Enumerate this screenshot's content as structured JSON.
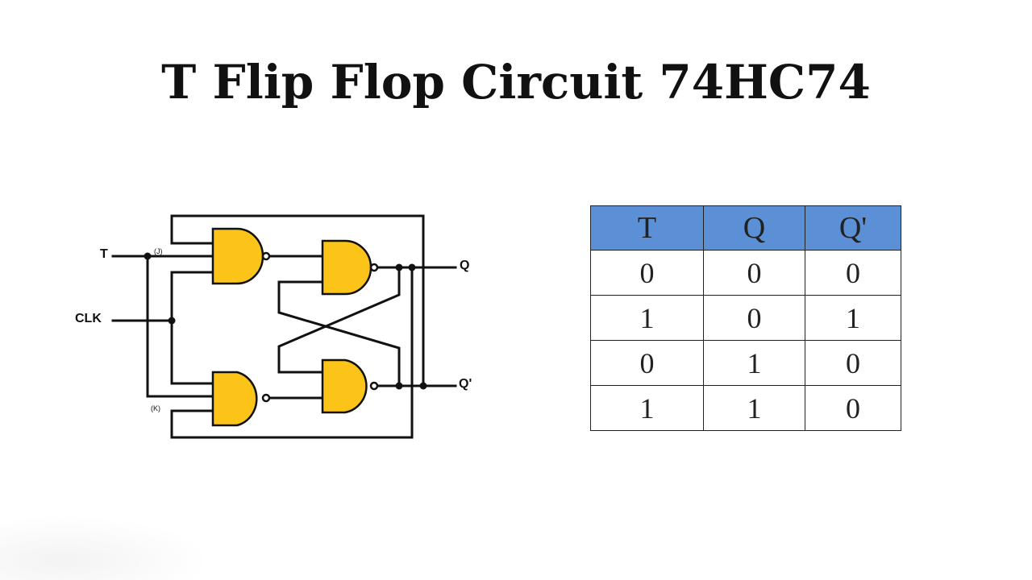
{
  "title": "T Flip Flop Circuit 74HC74",
  "circuit": {
    "labels": {
      "t": "T",
      "clk": "CLK",
      "j": "(J)",
      "k": "(K)",
      "q": "Q",
      "qbar": "Q'"
    },
    "gate_color": "#fcc419"
  },
  "truth_table": {
    "header_color": "#5b8fd6",
    "headers": [
      "T",
      "Q",
      "Q'"
    ],
    "rows": [
      [
        "0",
        "0",
        "0"
      ],
      [
        "1",
        "0",
        "1"
      ],
      [
        "0",
        "1",
        "0"
      ],
      [
        "1",
        "1",
        "0"
      ]
    ]
  }
}
